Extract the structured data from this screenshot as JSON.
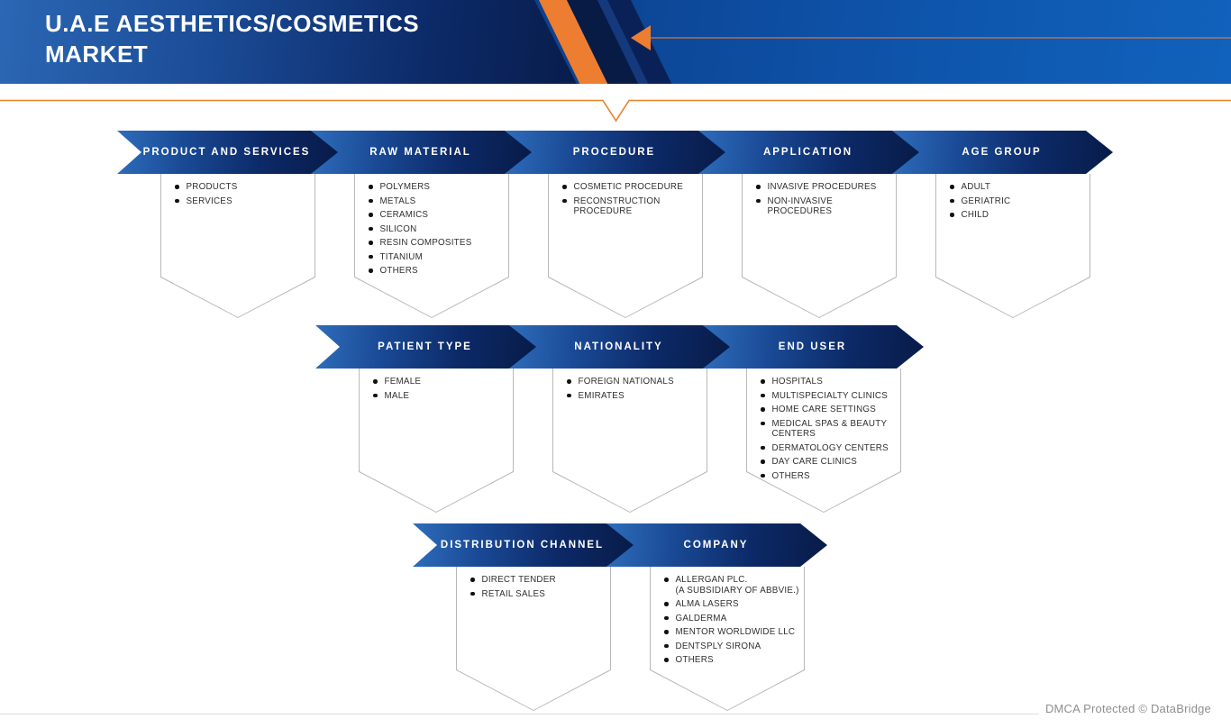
{
  "title": {
    "text": "U.A.E AESTHETICS/COSMETICS\nMARKET"
  },
  "colors": {
    "accent_orange": "#ED7D31",
    "header_blue": "#2E6DBB",
    "header_navy": "#081B48",
    "panel_blue": "#0D50A5",
    "box_border_gray": "#B9B9B9",
    "item_text": "#2F2F2F",
    "bullet_black": "#111111",
    "footer_text": "#8F8F8F"
  },
  "segmentation_rows": [
    {
      "segments": [
        {
          "label": "PRODUCT AND SERVICES",
          "items": [
            "PRODUCTS",
            "SERVICES"
          ]
        },
        {
          "label": "RAW MATERIAL",
          "items": [
            "POLYMERS",
            "METALS",
            "CERAMICS",
            "SILICON",
            "RESIN COMPOSITES",
            "TITANIUM",
            "OTHERS"
          ]
        },
        {
          "label": "PROCEDURE",
          "items": [
            "COSMETIC PROCEDURE",
            "RECONSTRUCTION PROCEDURE"
          ]
        },
        {
          "label": "APPLICATION",
          "items": [
            "INVASIVE PROCEDURES",
            "NON-INVASIVE PROCEDURES"
          ]
        },
        {
          "label": "AGE GROUP",
          "items": [
            "ADULT",
            "GERIATRIC",
            "CHILD"
          ]
        }
      ]
    },
    {
      "segments": [
        {
          "label": "PATIENT TYPE",
          "items": [
            "FEMALE",
            "MALE"
          ]
        },
        {
          "label": "NATIONALITY",
          "items": [
            "FOREIGN NATIONALS",
            "EMIRATES"
          ]
        },
        {
          "label": "END USER",
          "items": [
            "HOSPITALS",
            "MULTISPECIALTY CLINICS",
            "HOME CARE SETTINGS",
            "MEDICAL SPAS & BEAUTY CENTERS",
            "DERMATOLOGY CENTERS",
            "DAY CARE CLINICS",
            "OTHERS"
          ]
        }
      ]
    },
    {
      "segments": [
        {
          "label": "DISTRIBUTION CHANNEL",
          "items": [
            "DIRECT TENDER",
            "RETAIL SALES"
          ]
        },
        {
          "label": "COMPANY",
          "items": [
            "ALLERGAN PLC.\n(A SUBSIDIARY OF ABBVIE.)",
            "ALMA LASERS",
            "GALDERMA",
            "MENTOR WORLDWIDE LLC",
            "DENTSPLY SIRONA",
            "OTHERS"
          ]
        }
      ]
    }
  ],
  "footer": {
    "dmca": "DMCA Protected © DataBridge"
  }
}
